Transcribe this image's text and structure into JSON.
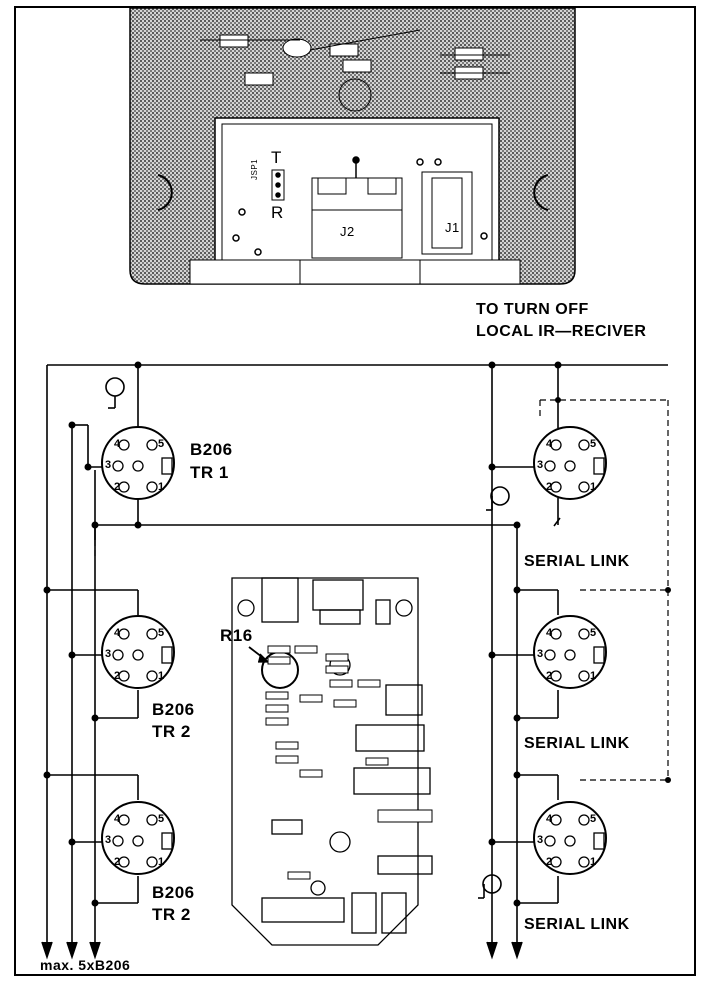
{
  "header": {
    "line1": "TO TURN OFF",
    "line2": "LOCAL IR—RECIVER"
  },
  "connectors_left": [
    {
      "model": "B206",
      "tr": "TR 1"
    },
    {
      "model": "B206",
      "tr": "TR 2"
    },
    {
      "model": "B206",
      "tr": "TR 2"
    }
  ],
  "pins": [
    "4",
    "5",
    "3",
    "2",
    "1"
  ],
  "serial_links": [
    "SERIAL LINK",
    "SERIAL LINK",
    "SERIAL LINK"
  ],
  "top_board": {
    "jumper": "JSP1",
    "t": "T",
    "r": "R",
    "j1": "J1",
    "j2": "J2"
  },
  "pcb_callout": "R16",
  "footer": "max. 5xB206"
}
